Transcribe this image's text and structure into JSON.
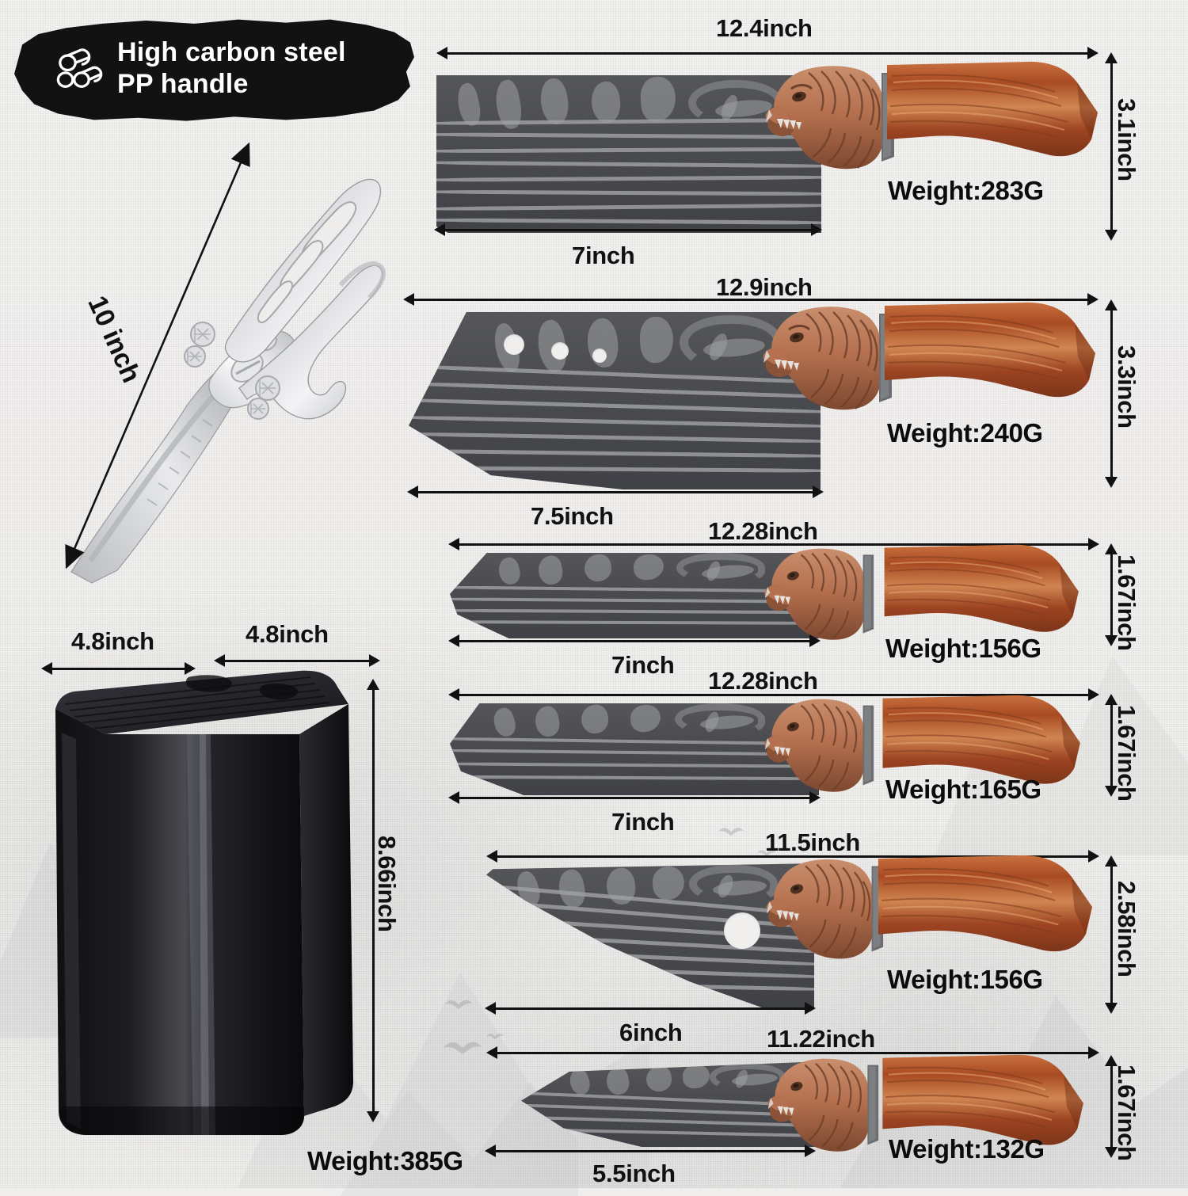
{
  "badge": {
    "icon": "steel-bars-icon",
    "line1": "High carbon steel",
    "line2": "PP handle"
  },
  "shears": {
    "name": "kitchen-shears",
    "length_label": "10 inch"
  },
  "block": {
    "name": "knife-block",
    "width_label": "4.8inch",
    "depth_label": "4.8inch",
    "height_label": "8.66inch",
    "weight_label": "Weight:385G"
  },
  "knives": [
    {
      "id": "cleaver-chopper",
      "total_label": "12.4inch",
      "blade_label": "7inch",
      "height_label": "3.1inch",
      "weight_label": "Weight:283G"
    },
    {
      "id": "heavy-bone-cleaver",
      "total_label": "12.9inch",
      "blade_label": "7.5inch",
      "height_label": "3.3inch",
      "weight_label": "Weight:240G"
    },
    {
      "id": "chef-slicing-knife",
      "total_label": "12.28inch",
      "blade_label": "7inch",
      "height_label": "1.67inch",
      "weight_label": "Weight:156G"
    },
    {
      "id": "boning-carving-knife",
      "total_label": "12.28inch",
      "blade_label": "7inch",
      "height_label": "1.67inch",
      "weight_label": "Weight:165G"
    },
    {
      "id": "butcher-curved-knife",
      "total_label": "11.5inch",
      "blade_label": "6inch",
      "height_label": "2.58inch",
      "weight_label": "Weight:156G"
    },
    {
      "id": "utility-paring-knife",
      "total_label": "11.22inch",
      "blade_label": "5.5inch",
      "height_label": "1.67inch",
      "weight_label": "Weight:132G"
    }
  ],
  "colors": {
    "background": "#efeeec",
    "badge_background": "#121212",
    "badge_text": "#ffffff",
    "blade_dark": "#4a4b4f",
    "blade_wave": "#9c9ea1",
    "bolster_copper": "#b5714f",
    "handle_rosewood": "#a8401e",
    "dimension_line": "#111111",
    "block_black": "#121215"
  }
}
